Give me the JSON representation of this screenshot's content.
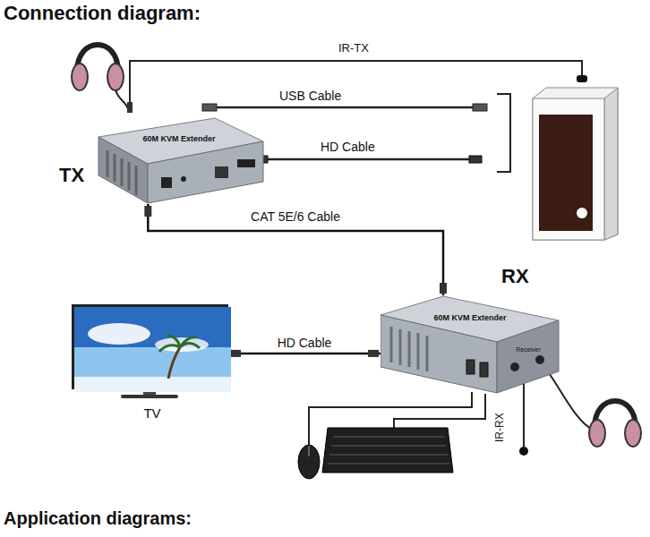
{
  "diagram": {
    "title": "Connection diagram:",
    "nodes": [
      {
        "text": [
          "TX",
          "60M KVM Extender"
        ]
      },
      {
        "text": [
          "RX",
          "60M KVM Extender",
          "Receiver"
        ]
      },
      {
        "text": [
          "TV"
        ]
      }
    ],
    "edges": [
      {
        "from": 0,
        "to": 1,
        "arrow": "none",
        "label": "CAT 5E/6 Cable"
      },
      {
        "from": 1,
        "to": 2,
        "arrow": "none",
        "label": "HD Cable"
      }
    ],
    "labels": [
      "IR-TX",
      "USB Cable",
      "HD Cable",
      "IR-RX",
      "Application diagrams:"
    ]
  }
}
